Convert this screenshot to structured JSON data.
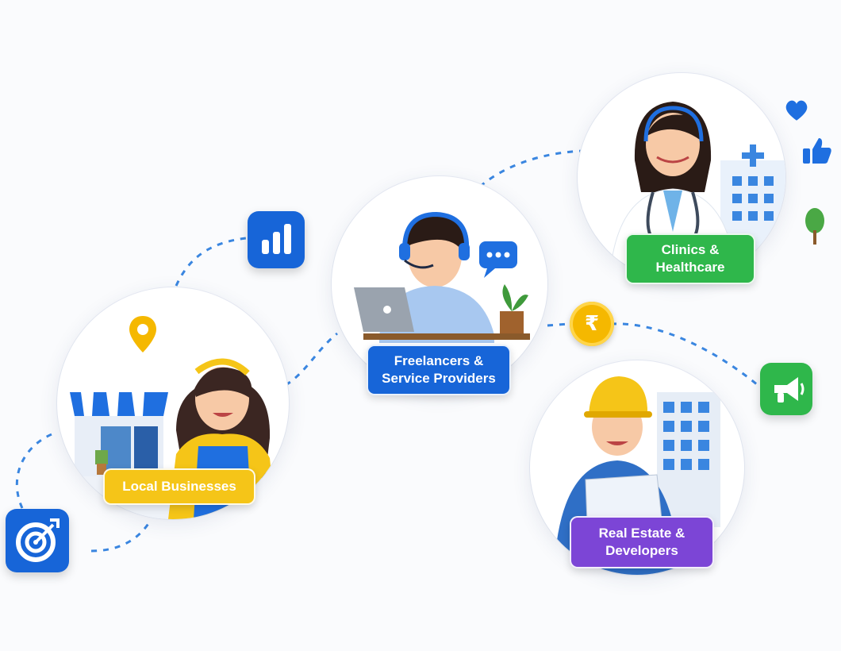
{
  "segments": [
    {
      "label": "Local Businesses",
      "color": "#f5c518"
    },
    {
      "label": "Freelancers &\nService Providers",
      "color": "#1765d8"
    },
    {
      "label": "Clinics &\nHealthcare",
      "color": "#2fb74b"
    },
    {
      "label": "Real Estate &\nDevelopers",
      "color": "#7c45d6"
    }
  ],
  "icons": {
    "target": "target-icon",
    "analytics": "bar-chart-icon",
    "chat": "chat-bubble-icon",
    "rupee": "rupee-coin-icon",
    "heart": "heart-icon",
    "like": "thumbs-up-icon",
    "megaphone": "megaphone-icon",
    "pin": "location-pin-icon"
  },
  "coin_symbol": "₹"
}
